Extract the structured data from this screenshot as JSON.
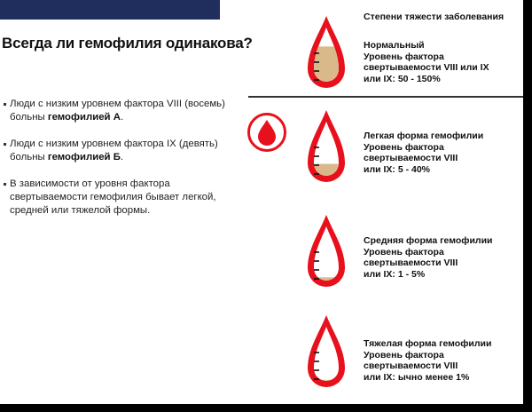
{
  "title": "Всегда ли гемофилия одинакова?",
  "bullets": [
    {
      "text": "Люди с низким уровнем фактора VIII (восемь) больны ",
      "bold": "гемофилией А",
      "tail": "."
    },
    {
      "text": "Люди с низким уровнем фактора IX (девять) больны ",
      "bold": "гемофилией Б",
      "tail": "."
    },
    {
      "text": "В зависимости от уровня фактора свертываемости гемофилия бывает легкой, средней или тяжелой формы.",
      "bold": "",
      "tail": ""
    }
  ],
  "legend_title": "Степени тяжести заболевания",
  "levels": [
    {
      "lines": [
        "Нормальный",
        "Уровень фактора",
        "свертываемости VIII или IX",
        "или IX: 50 - 150%"
      ],
      "fill": 0.65
    },
    {
      "lines": [
        "Легкая форма гемофилии",
        "Уровень фактора",
        "свертываемости VIII",
        "или IX: 5 - 40%"
      ],
      "fill": 0.22
    },
    {
      "lines": [
        "Средняя форма гемофилии",
        "Уровень фактора",
        "свертываемости VIII",
        "или IX: 1 - 5%"
      ],
      "fill": 0.06
    },
    {
      "lines": [
        "Тяжелая форма гемофилии",
        "Уровень фактора",
        "свертываемости VIII",
        "или IX: ычно менее 1%"
      ],
      "fill": 0.02
    }
  ],
  "colors": {
    "red": "#e8101c",
    "fill": "#d9b98a",
    "navy": "#1f2e5c"
  },
  "icons": {
    "badge": "blood-drop-icon",
    "drop": "blood-drop-gauge-icon"
  }
}
